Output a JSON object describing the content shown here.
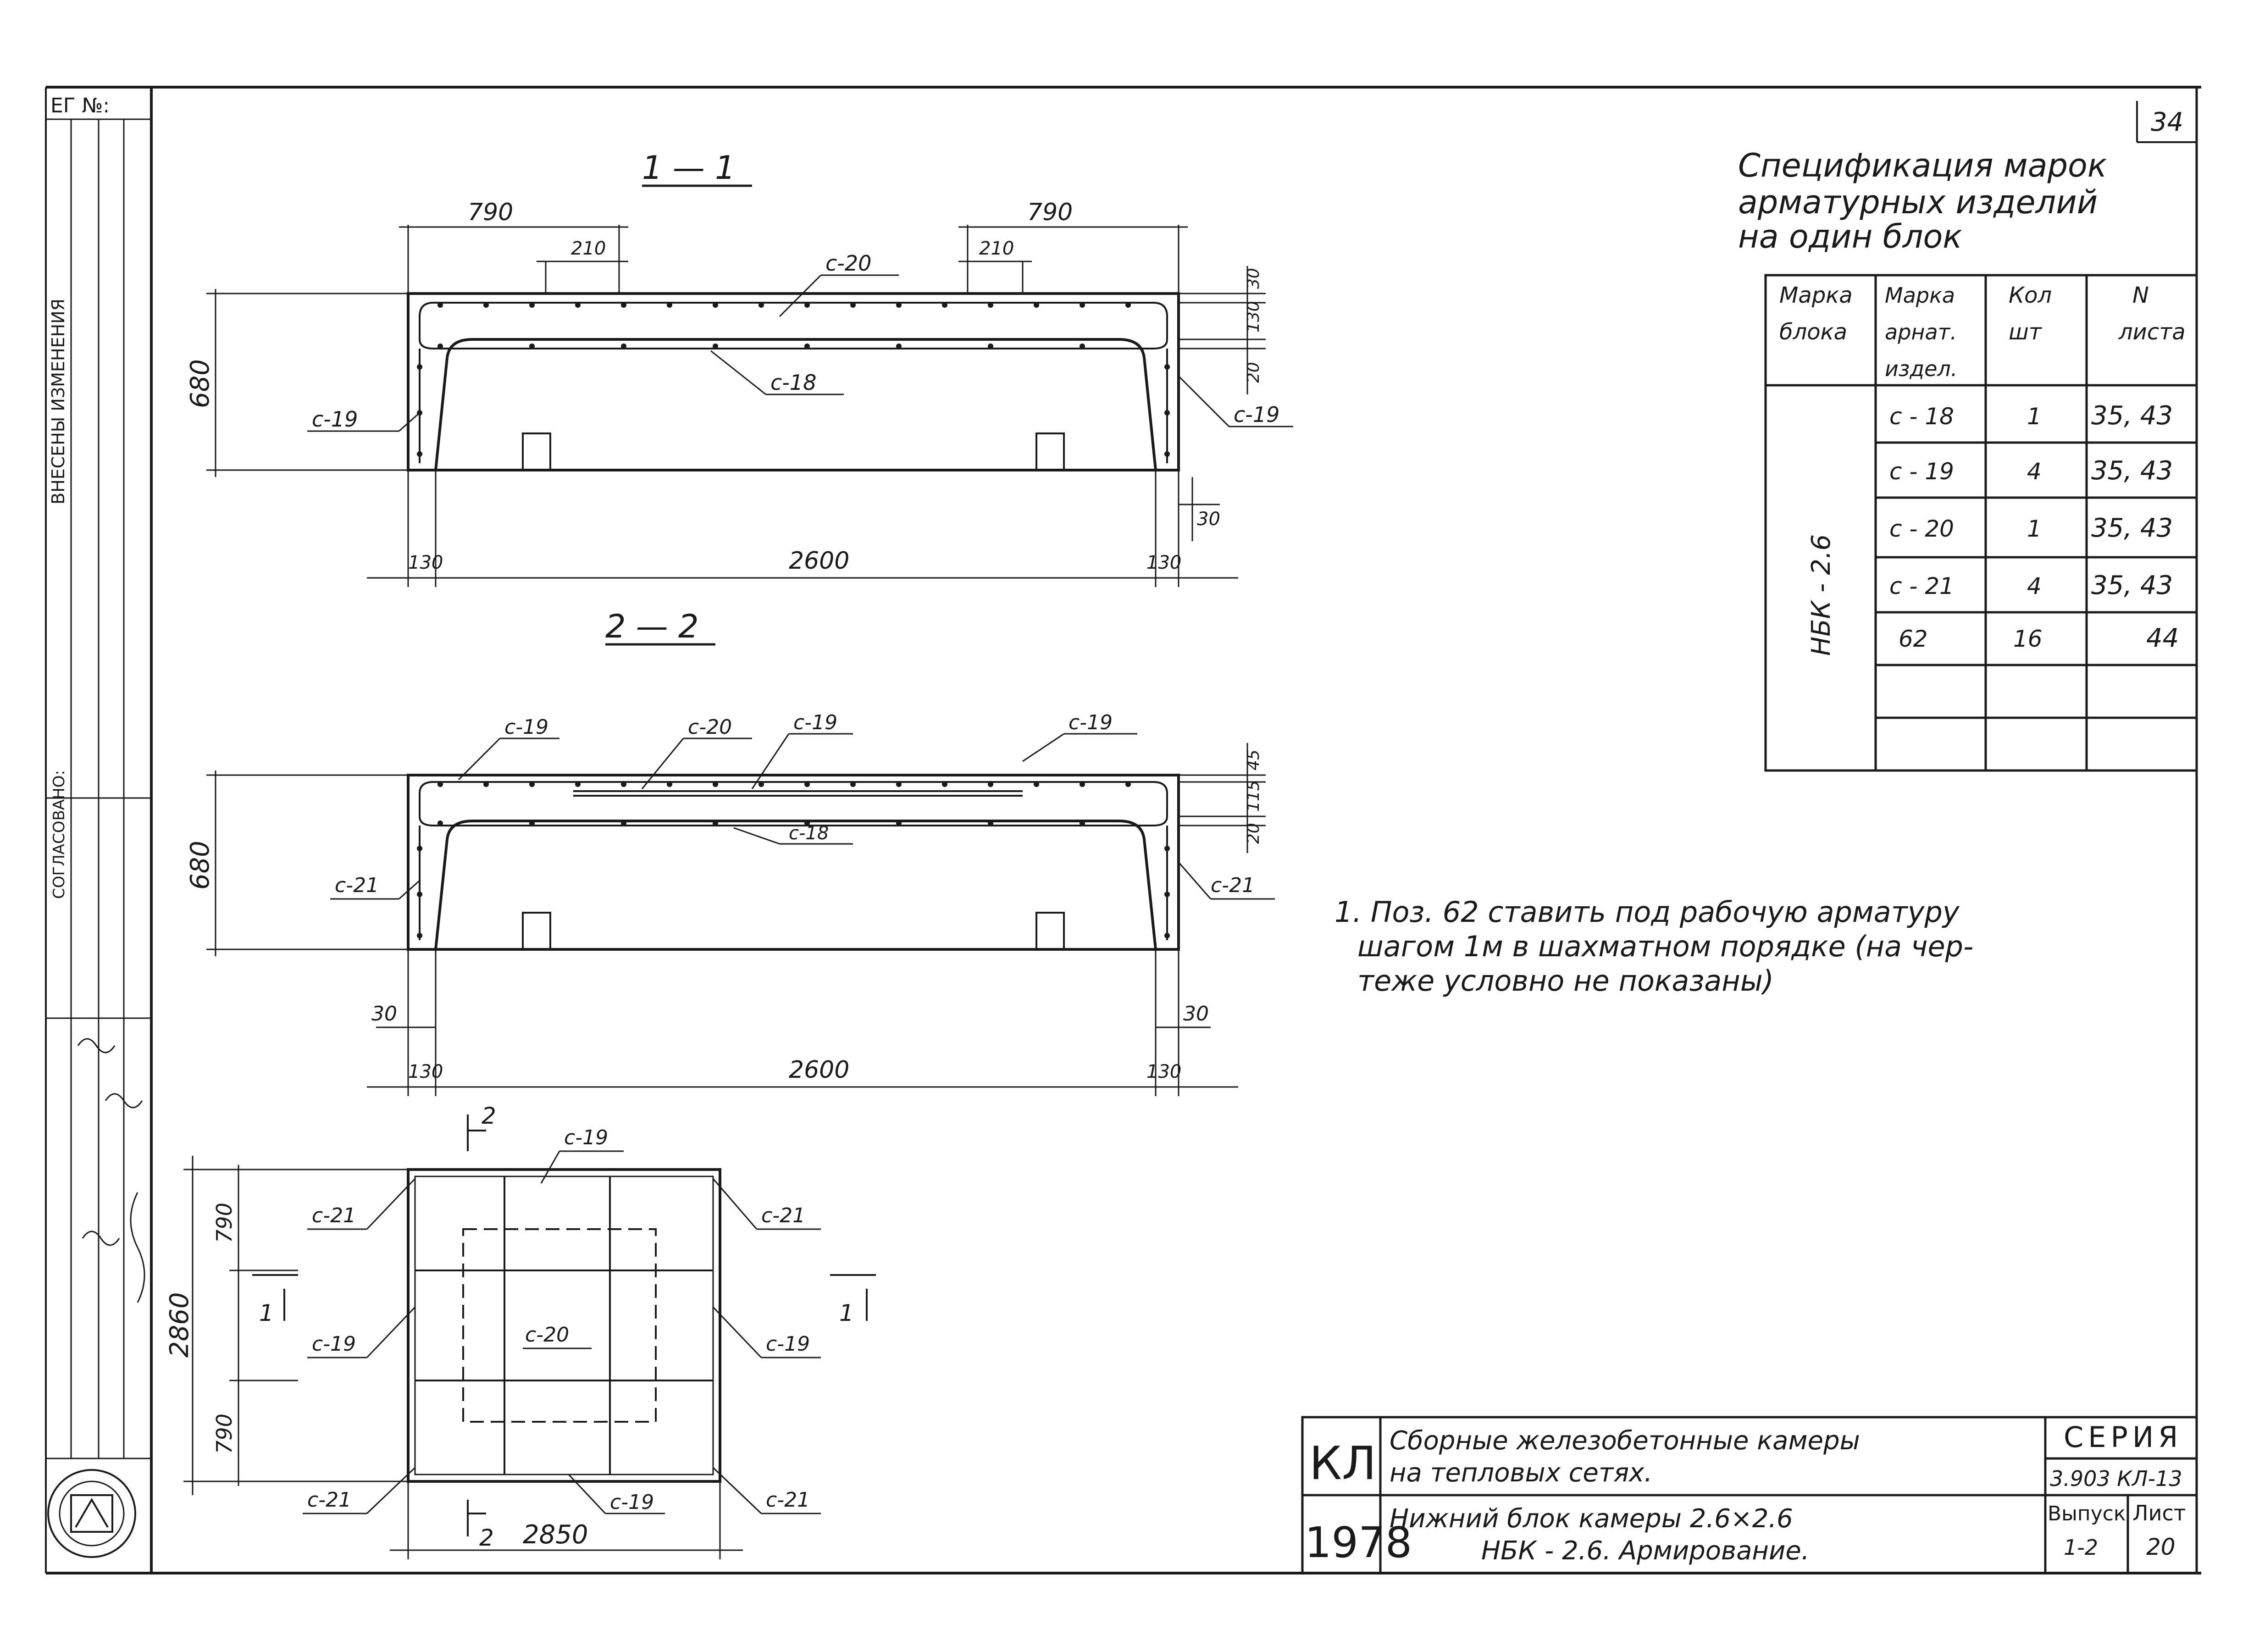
{
  "sheet": {
    "corner_number": "34",
    "stamp_left_top": "ЕГ №:",
    "side_labels": [
      "ВНЕСЕНЫ ИЗМЕНЕНИЯ",
      "СОГЛАСОВАНО:"
    ]
  },
  "spec": {
    "title": [
      "Спецификация марок",
      "арматурных изделий",
      "на один блок"
    ],
    "headers": [
      [
        "Марка",
        "блока"
      ],
      [
        "Марка",
        "арнат.",
        "издел."
      ],
      [
        "Кол",
        "шт"
      ],
      [
        "N",
        "листа"
      ]
    ],
    "block_mark": "НБК - 2.6",
    "rows": [
      {
        "mark": "с - 18",
        "qty": "1",
        "sheet": "35, 43"
      },
      {
        "mark": "с - 19",
        "qty": "4",
        "sheet": "35, 43"
      },
      {
        "mark": "с - 20",
        "qty": "1",
        "sheet": "35, 43"
      },
      {
        "mark": "с - 21",
        "qty": "4",
        "sheet": "35, 43"
      },
      {
        "mark": "62",
        "qty": "16",
        "sheet": "44"
      }
    ]
  },
  "section11": {
    "title": "1 — 1",
    "dims": {
      "left": "790",
      "right": "790",
      "sub_left": "210",
      "sub_right": "210",
      "height": "680",
      "bottom": "2600",
      "edge_left": "130",
      "edge_right": "130",
      "d30_top": "30",
      "d130": "130",
      "d20": "20",
      "d30_bottom": "30"
    },
    "labels": {
      "c20": "с-20",
      "c18": "с-18",
      "c19_left": "с-19",
      "c19_right": "с-19"
    }
  },
  "section22": {
    "title": "2 — 2",
    "dims": {
      "height": "680",
      "bottom": "2600",
      "edge_left": "130",
      "edge_right": "130",
      "d30_left": "30",
      "d30_right": "30",
      "d45": "45",
      "d115": "115",
      "d20": "20"
    },
    "labels": {
      "c19_a": "с-19",
      "c20": "с-20",
      "c19_b": "с-19",
      "c19_c": "с-19",
      "c18": "с-18",
      "c21_left": "с-21",
      "c21_right": "с-21"
    }
  },
  "plan": {
    "dims": {
      "width": "2850",
      "height": "2860",
      "top": "790",
      "bottom": "790"
    },
    "cut_marks": {
      "top": "2",
      "bottom": "2",
      "left": "1",
      "right": "1"
    },
    "labels": {
      "c19_top": "с-19",
      "c21_tl": "с-21",
      "c21_tr": "с-21",
      "c19_left": "с-19",
      "c20": "с-20",
      "c19_right": "с-19",
      "c21_bl": "с-21",
      "c19_bottom": "с-19",
      "c21_br": "с-21"
    }
  },
  "note": [
    "1. Поз. 62 ставить под рабочую арматуру",
    "шагом 1м в шахматном порядке (на чер-",
    "теже условно не показаны)"
  ],
  "title_block": {
    "org": "КЛ",
    "year": "1978",
    "name_line1": "Сборные железобетонные камеры",
    "name_line2": "на тепловых сетях.",
    "sheet_title1": "Нижний блок камеры 2.6×2.6",
    "sheet_title2": "НБК - 2.6. Армирование.",
    "series_label": "СЕРИЯ",
    "series_value": "3.903 КЛ-13",
    "issue_label": "Выпуск",
    "issue_value": "1-2",
    "sheet_label": "Лист",
    "sheet_value": "20"
  }
}
